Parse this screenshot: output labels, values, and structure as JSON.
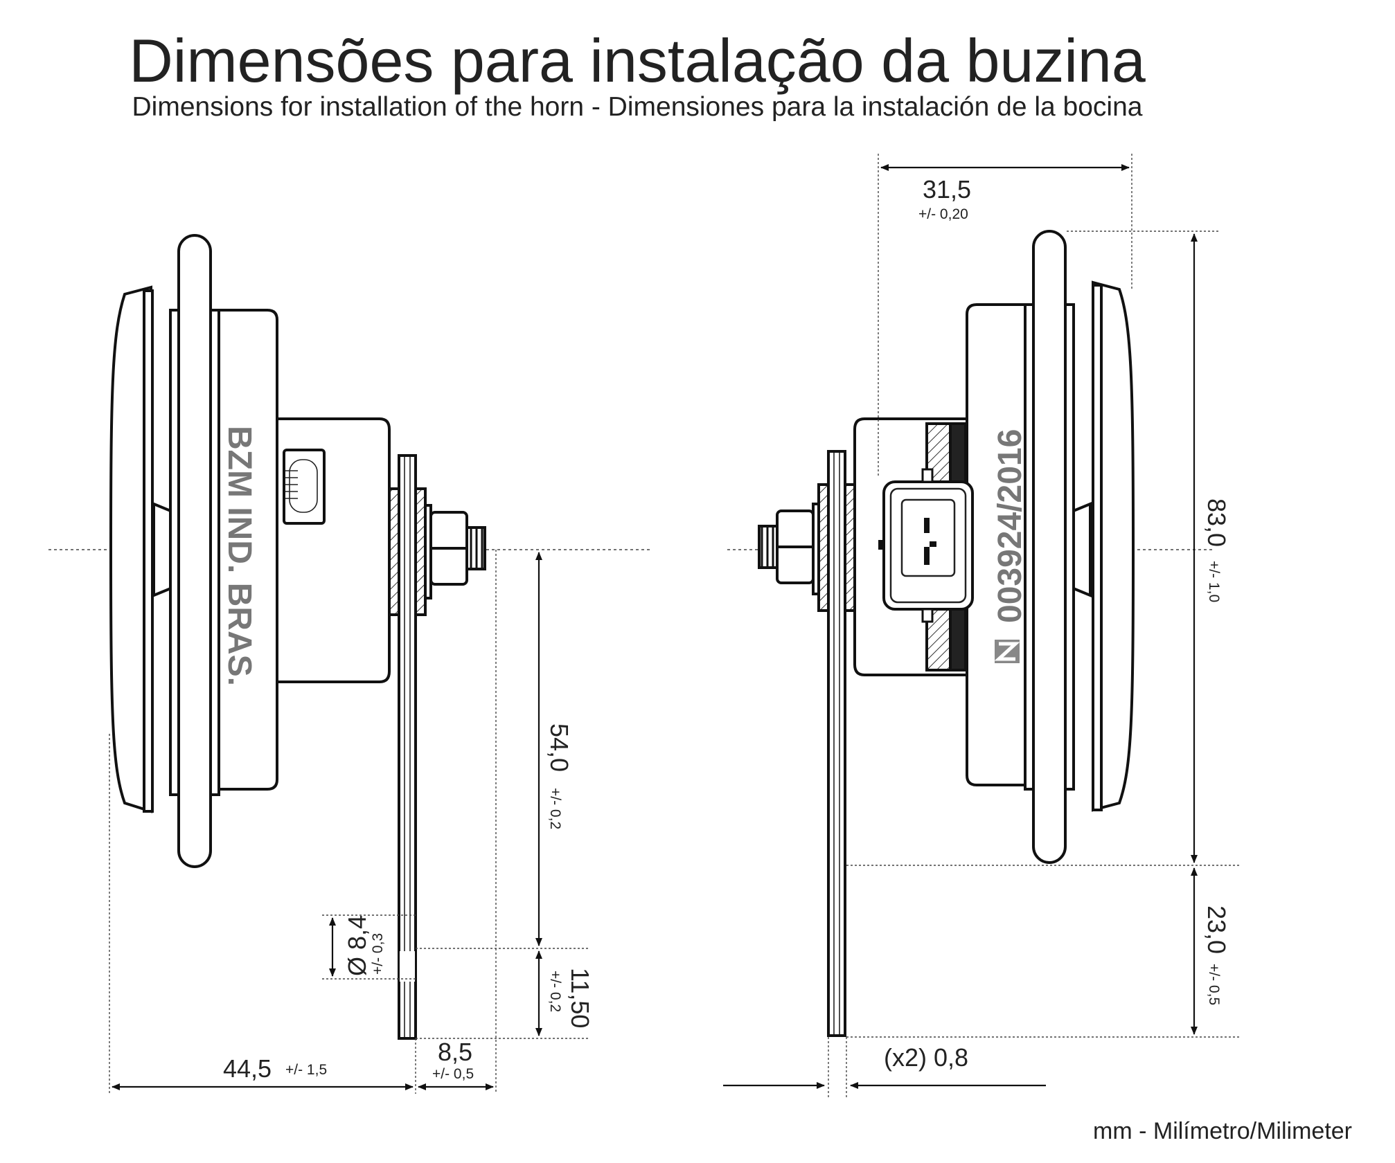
{
  "title": "Dimensões para instalação da buzina",
  "subtitle": "Dimensions for installation of the horn - Dimensiones para la instalación de la bocina",
  "footer": "mm - Milímetro/Milimeter",
  "left_view": {
    "marking": "BZM  IND. BRAS.",
    "dims": {
      "depth": "44,5",
      "depth_tol": "+/- 1,5",
      "offset": "8,5",
      "offset_tol": "+/- 0,5",
      "height": "54,0",
      "height_tol": "+/- 0,2",
      "hole": "Ø 8,4",
      "hole_tol": "+/- 0,3",
      "hole_pos": "11,50",
      "hole_pos_tol": "+/- 0,2"
    }
  },
  "right_view": {
    "marking": "003924/2016",
    "dims": {
      "width": "31,5",
      "width_tol": "+/- 0,20",
      "diameter": "83,0",
      "diameter_tol": "+/- 1,0",
      "bracket": "23,0",
      "bracket_tol": "+/- 0,5",
      "thickness": "(x2) 0,8"
    }
  }
}
